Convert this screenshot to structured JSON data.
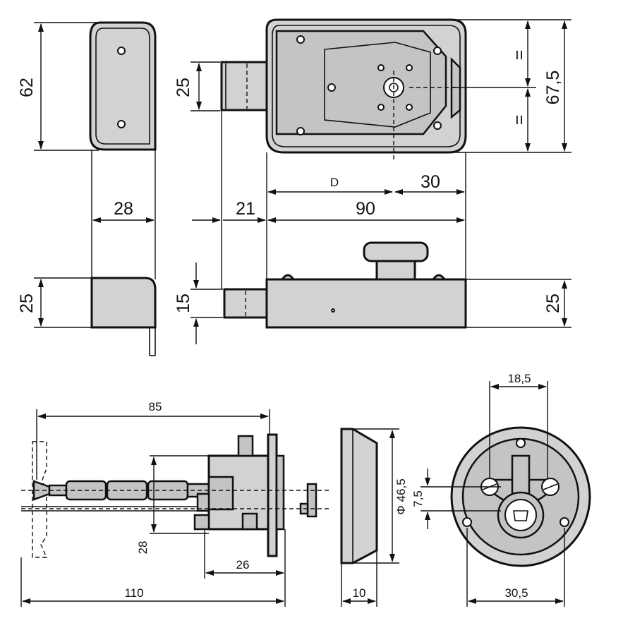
{
  "dimensions": {
    "front_height": "62",
    "bolt_height": "25",
    "case_height": "67,5",
    "equal_top": "=",
    "equal_bottom": "=",
    "backset": "D",
    "knob_offset": "30",
    "keeper_width": "28",
    "bolt_throw": "21",
    "case_width": "90",
    "keeper_depth": "25",
    "bolt_depth": "15",
    "case_depth": "25",
    "cylinder_length": "85",
    "cylinder_offset": "28",
    "body_length": "26",
    "total_length": "110",
    "rose_diameter": "Φ 46,5",
    "rose_thickness": "10",
    "screw_spacing": "18,5",
    "key_offset": "7,5",
    "rose_hole_spacing": "30,5"
  }
}
